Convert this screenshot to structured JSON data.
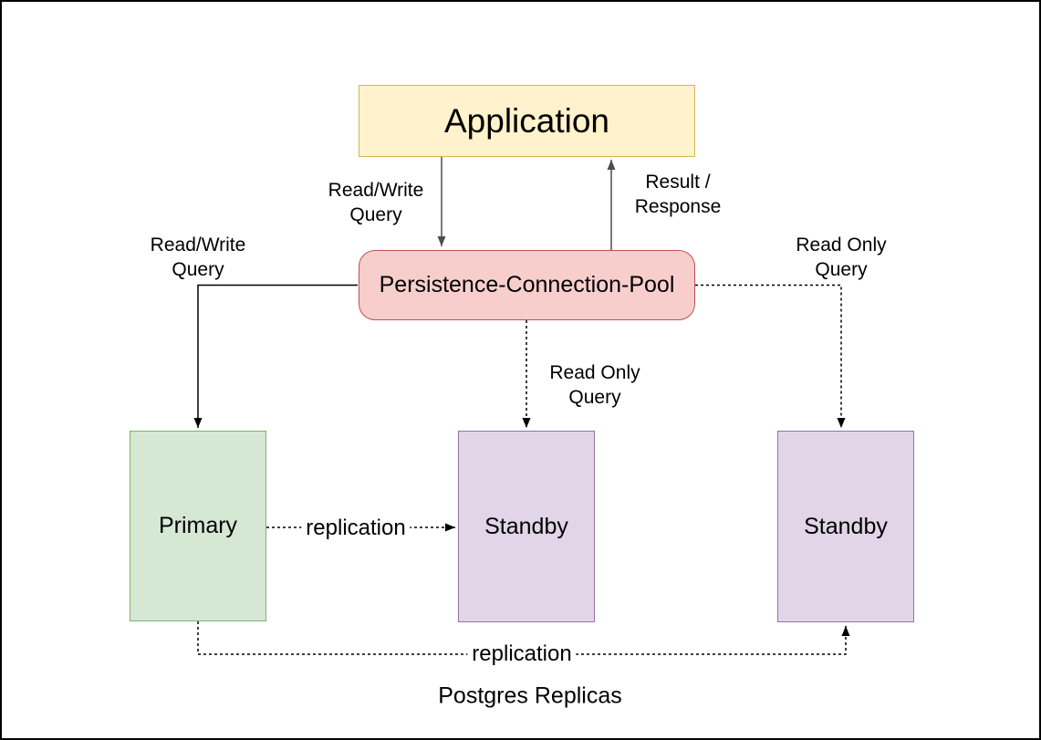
{
  "diagram": {
    "nodes": [
      {
        "id": "application",
        "label": "Application",
        "fill": "#FFF2CC",
        "border": "#D6B656"
      },
      {
        "id": "connection-pool",
        "label": "Persistence-Connection-Pool",
        "fill": "#F8CECC",
        "border": "#B85450"
      },
      {
        "id": "primary",
        "label": "Primary",
        "fill": "#D5E8D4",
        "border": "#82B366"
      },
      {
        "id": "standby-middle",
        "label": "Standby",
        "fill": "#E1D5E7",
        "border": "#9673A6"
      },
      {
        "id": "standby-right",
        "label": "Standby",
        "fill": "#E1D5E7",
        "border": "#9673A6"
      }
    ],
    "edge_labels": {
      "read_write_top": {
        "line1": "Read/Write",
        "line2": "Query"
      },
      "result_response": {
        "line1": "Result /",
        "line2": "Response"
      },
      "read_write_left": {
        "line1": "Read/Write",
        "line2": "Query"
      },
      "read_only_mid": {
        "line1": "Read Only",
        "line2": "Query"
      },
      "read_only_right": {
        "line1": "Read Only",
        "line2": "Query"
      },
      "replication_mid": "replication",
      "replication_bottom": "replication"
    },
    "caption": "Postgres Replicas",
    "colors": {
      "edge": "#000000",
      "edge_soft": "#4d4d4d",
      "canvas_background": "#ffffff",
      "frame_border": "#000000"
    }
  }
}
